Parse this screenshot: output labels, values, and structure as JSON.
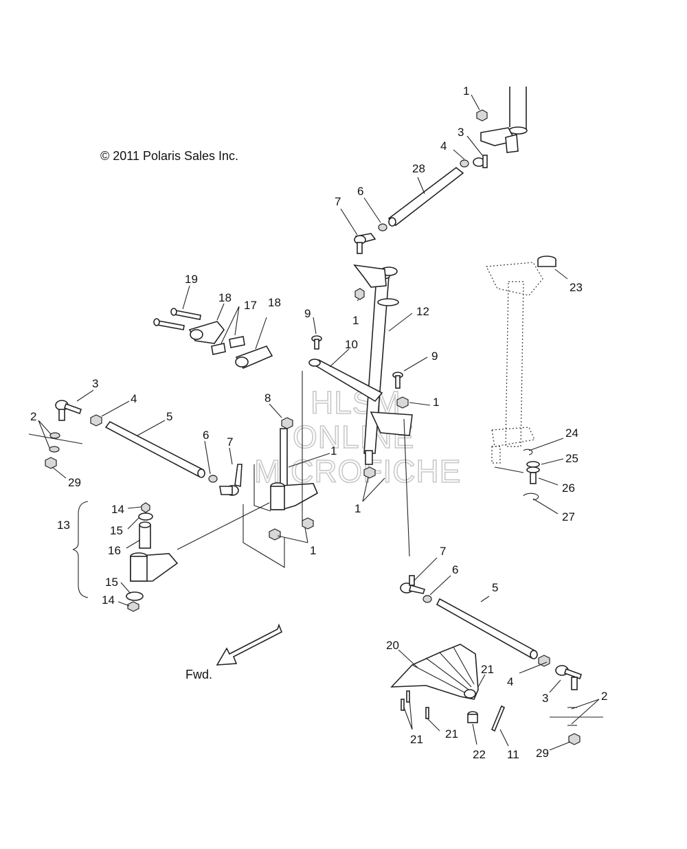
{
  "copyright": "© 2011 Polaris Sales Inc.",
  "direction_label": "Fwd.",
  "watermark": [
    "HLSM",
    "ONLINE",
    "MICROFICHE"
  ],
  "callouts": [
    "1",
    "3",
    "4",
    "28",
    "6",
    "7",
    "23",
    "19",
    "18",
    "17",
    "18",
    "9",
    "1",
    "12",
    "10",
    "9",
    "3",
    "4",
    "5",
    "2",
    "8",
    "1",
    "6",
    "7",
    "1",
    "29",
    "24",
    "25",
    "26",
    "27",
    "14",
    "15",
    "16",
    "13",
    "1",
    "15",
    "14",
    "1",
    "7",
    "6",
    "5",
    "20",
    "21",
    "4",
    "3",
    "2",
    "21",
    "21",
    "22",
    "11",
    "29"
  ]
}
